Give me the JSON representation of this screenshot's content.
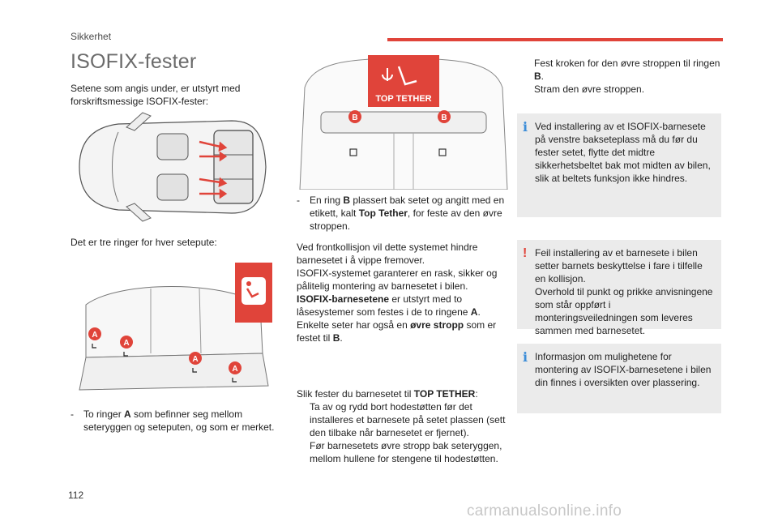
{
  "header": {
    "section": "Sikkerhet",
    "accent_color": "#e0443a"
  },
  "title": "ISOFIX-fester",
  "intro": "Setene som angis under, er utstyrt med forskriftsmessige ISOFIX-fester:",
  "rings_intro": "Det er tre ringer for hver setepute:",
  "bullet_a": {
    "marker": "-",
    "pre": "To ringer ",
    "bold": "A",
    "post": " som befinner seg mellom seteryggen og seteputen, og som er merket."
  },
  "bullet_b": {
    "marker": "-",
    "pre": "En ring ",
    "bold": "B",
    "mid": " plassert bak setet og angitt med en etikett, kalt ",
    "bold2": "Top Tether",
    "post": ", for feste av den øvre stroppen."
  },
  "mid_text": {
    "line1": "Ved frontkollisjon vil dette systemet hindre barnesetet i å vippe fremover.",
    "line2": "ISOFIX-systemet garanterer en rask, sikker og pålitelig montering av barnesetet i bilen.",
    "bold1": "ISOFIX-barnesetene",
    "line3a": " er utstyrt med to låsesystemer som festes i de to ringene ",
    "bold2": "A",
    "line3b": ".",
    "line4a": "Enkelte seter har også en ",
    "bold3": "øvre stropp",
    "line4b": " som er festet til ",
    "bold4": "B",
    "line4c": "."
  },
  "steps": {
    "intro_pre": "Slik fester du barnesetet til ",
    "intro_bold": "TOP TETHER",
    "intro_post": ":",
    "marker": "",
    "step1": "Ta av og rydd bort hodestøtten før det installeres et barnesete på setet plassen (sett den tilbake når barnesetet er fjernet).",
    "step2": "Før barnesetets øvre stropp bak seteryggen, mellom hullene for stengene til hodestøtten."
  },
  "right_steps": {
    "step3_pre": "Fest kroken for den øvre stroppen til ringen ",
    "step3_bold": "B",
    "step3_post": ".",
    "step4": "Stram den øvre stroppen."
  },
  "info_box_1": {
    "icon": "info-icon",
    "text": "Ved installering av et ISOFIX-barnesete på venstre bakseteplass må du før du fester setet, flytte det midtre sikkerhetsbeltet bak mot midten av bilen, slik at beltets funksjon ikke hindres."
  },
  "warning_box": {
    "icon": "warning-icon",
    "line1": "Feil installering av et barnesete i bilen setter barnets beskyttelse i fare i tilfelle en kollisjon.",
    "line2": "Overhold til punkt og prikke anvisningene som står oppført i monteringsveiledningen som leveres sammen med barnesetet."
  },
  "info_box_2": {
    "icon": "info-icon",
    "text": "Informasjon om mulighetene for montering av ISOFIX-barnesetene i bilen din finnes i oversikten over plassering."
  },
  "figures": {
    "top_tether_label": "TOP TETHER",
    "ring_a": "A",
    "ring_b": "B"
  },
  "page_number": "112",
  "watermark": "carmanualsonline.info"
}
